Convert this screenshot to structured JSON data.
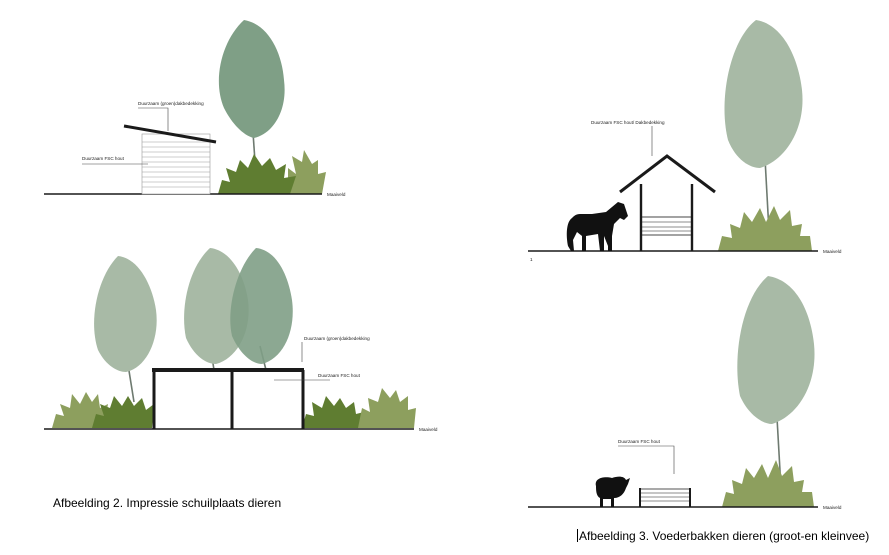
{
  "panel_shelter_shed": {
    "label_roof": "Duurzaam (groen)dakbedekking",
    "label_wood": "Duurzaam FSC hout",
    "label_ground": "Maaiveld"
  },
  "panel_shelter_open": {
    "label_roof": "Duurzaam (groen)dakbedekking",
    "label_wood": "Duurzaam FSC hout",
    "label_ground": "Maaiveld"
  },
  "panel_feeder_large": {
    "label_wood_roof": "Duurzaam FSC hout/ Dakbedekking",
    "label_ground": "Maaiveld",
    "marker": "1"
  },
  "panel_feeder_small": {
    "label_wood": "Duurzaam FSC hout",
    "label_ground": "Maaiveld"
  },
  "captions": {
    "left": "Afbeelding 2. Impressie schuilplaats dieren",
    "right": "Afbeelding 3. Voederbakken dieren (groot-en kleinvee)"
  },
  "colors": {
    "tree_dark": "#7f9f86",
    "tree_light": "#a8baa6",
    "shrub_dark": "#5f7d31",
    "shrub_light": "#8d9f5e",
    "line": "#1a1a1a"
  }
}
